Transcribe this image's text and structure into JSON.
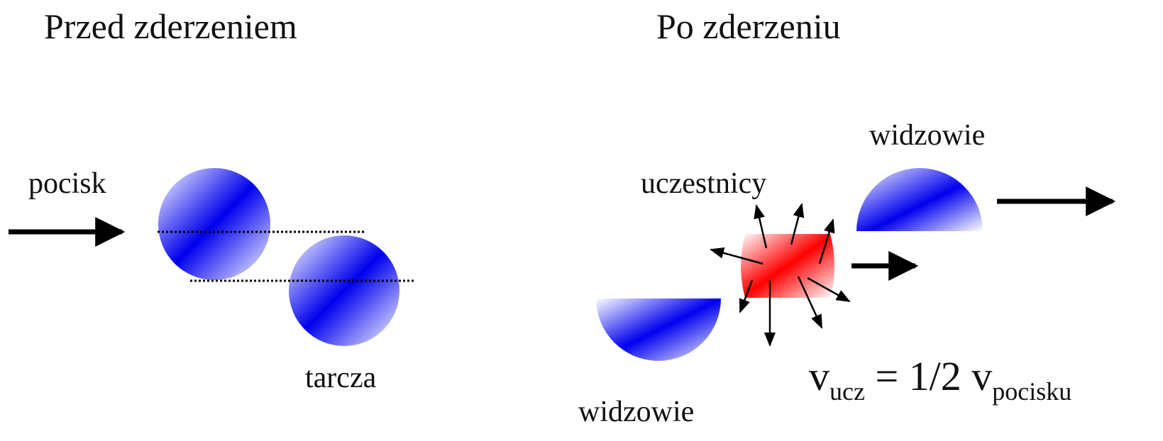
{
  "titles": {
    "before": "Przed zderzeniem",
    "after": "Po zderzeniu"
  },
  "labels": {
    "projectile": "pocisk",
    "target": "tarcza",
    "participants": "uczestnicy",
    "spectators_top": "widzowie",
    "spectators_bottom": "widzowie"
  },
  "formula": {
    "v1": "v",
    "sub1": "ucz",
    "middle": " = 1/2 v",
    "sub2": "pocisku"
  },
  "colors": {
    "nucleus_blue": "#0000ee",
    "fireball_red": "#ff0000",
    "arrow": "#000000"
  }
}
